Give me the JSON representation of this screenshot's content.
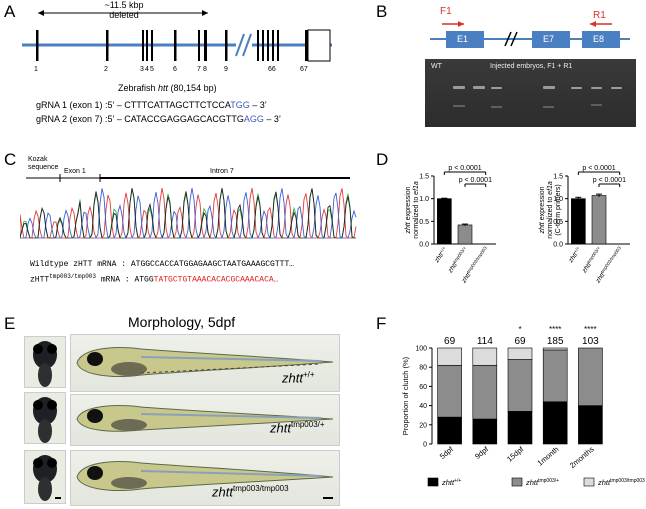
{
  "panels": {
    "A": "A",
    "B": "B",
    "C": "C",
    "D": "D",
    "E": "E",
    "F": "F"
  },
  "panelA": {
    "deletion_size": "~11.5 kbp",
    "deletion_word": "deleted",
    "exon_numbers": [
      "1",
      "2",
      "3",
      "4",
      "5",
      "6",
      "7",
      "8",
      "9",
      "66",
      "67"
    ],
    "gene_label_prefix": "Zebrafish ",
    "gene_label_italic": "htt",
    "gene_label_suffix": " (80,154 bp)",
    "grna1_prefix": "gRNA 1 (exon 1) :5’ – CTTTCATTAGCTTCTCCA",
    "grna1_pam": "TGG",
    "grna1_suffix": " – 3’",
    "grna2_prefix": "gRNA 2 (exon 7) :5’ – CATACCGAGGAGCACGTTG",
    "grna2_pam": "AGG",
    "grna2_suffix": " – 3’"
  },
  "panelB": {
    "primer_f": "F1",
    "primer_r": "R1",
    "exons": [
      "E1",
      "E7",
      "E8"
    ],
    "gel_wt": "WT",
    "gel_caption": "Injected embryos, F1 + R1"
  },
  "panelC": {
    "kozak": "Kozak sequence",
    "exon1": "Exon 1",
    "intron7": "Intron 7",
    "wt_label": "Wildtype zHTT mRNA",
    "wt_seq": ": ATGGCCACCATGGAGAAGCTAATGAAAGCGTTT…",
    "mut_label_prefix": "zHTT",
    "mut_label_sup": "tmp003/tmp003",
    "mut_label_suffix": " mRNA",
    "mut_seq_black": ": ATGG",
    "mut_seq_red": "TATGCTGTAAACACACGCAAACACA…"
  },
  "panelE": {
    "title": "Morphology, 5dpf",
    "genotype1_base": "zhtt",
    "genotype1_sup": "+/+",
    "genotype2_base": "zhtt",
    "genotype2_sup": "tmp003/+",
    "genotype3_base": "zhtt",
    "genotype3_sup": "tmp003/tmp003"
  },
  "colors": {
    "gene_line": "#4a7fc1",
    "exon_box": "#4a7fc1",
    "primer_red": "#d8312b",
    "pam_blue": "#4058b8",
    "mutant_red": "#e02020",
    "black_bar": "#000000",
    "grey_bar": "#8c8c8c",
    "light_bar": "#dcdcdc"
  },
  "chart_data": [
    {
      "type": "bar",
      "title": "",
      "ylabel": "zhtt expression normalized to ef1a",
      "ylim": [
        0,
        1.5
      ],
      "yticks": [
        "0.0",
        "0.5",
        "1.0",
        "1.5"
      ],
      "categories": [
        "zhtt+/+",
        "zhtttmp003/+",
        "zhtttmp003/tmp003"
      ],
      "category_base": [
        "zhtt",
        "zhtt",
        "zhtt"
      ],
      "category_sup": [
        "+/+",
        "tmp003/+",
        "tmp003/tmp003"
      ],
      "values": [
        1.0,
        0.42,
        0.0
      ],
      "errors": [
        0.01,
        0.02,
        0.0
      ],
      "significance": [
        {
          "label": "p < 0.0001",
          "from": 0,
          "to": 2
        },
        {
          "label": "p < 0.0001",
          "from": 1,
          "to": 2
        }
      ]
    },
    {
      "type": "bar",
      "title": "",
      "ylabel": "zhtt expression normalized to ef1a (C-term primers)",
      "ylim": [
        0,
        1.5
      ],
      "yticks": [
        "0.0",
        "0.5",
        "1.0",
        "1.5"
      ],
      "categories": [
        "zhtt+/+",
        "zhtttmp003/+",
        "zhtttmp003/tmp003"
      ],
      "category_base": [
        "zhtt",
        "zhtt",
        "zhtt"
      ],
      "category_sup": [
        "+/+",
        "tmp003/+",
        "tmp003/tmp003"
      ],
      "values": [
        1.0,
        1.07,
        0.0
      ],
      "errors": [
        0.03,
        0.03,
        0.0
      ],
      "significance": [
        {
          "label": "p < 0.0001",
          "from": 0,
          "to": 2
        },
        {
          "label": "p < 0.0001",
          "from": 1,
          "to": 2
        }
      ]
    },
    {
      "type": "bar",
      "stacked": true,
      "ylabel": "Proportion of clutch (%)",
      "ylim": [
        0,
        100
      ],
      "yticks": [
        "0",
        "20",
        "40",
        "60",
        "80",
        "100"
      ],
      "categories": [
        "5dpf",
        "9dpf",
        "15dpf",
        "1month",
        "2months"
      ],
      "totals": [
        "69",
        "114",
        "69",
        "185",
        "103"
      ],
      "stars": [
        "",
        "",
        "*",
        "****",
        "****"
      ],
      "series": [
        {
          "name": "zhtt+/+",
          "name_base": "zhtt",
          "name_sup": "+/+",
          "values": [
            28,
            26,
            34,
            44,
            40
          ]
        },
        {
          "name": "zhtttmp003/+",
          "name_base": "zhtt",
          "name_sup": "tmp003/+",
          "values": [
            54,
            56,
            54,
            54,
            60
          ]
        },
        {
          "name": "zhtttmp003/tmp003",
          "name_base": "zhtt",
          "name_sup": "tmp003/tmp003",
          "values": [
            18,
            18,
            12,
            2,
            0
          ]
        }
      ]
    }
  ]
}
